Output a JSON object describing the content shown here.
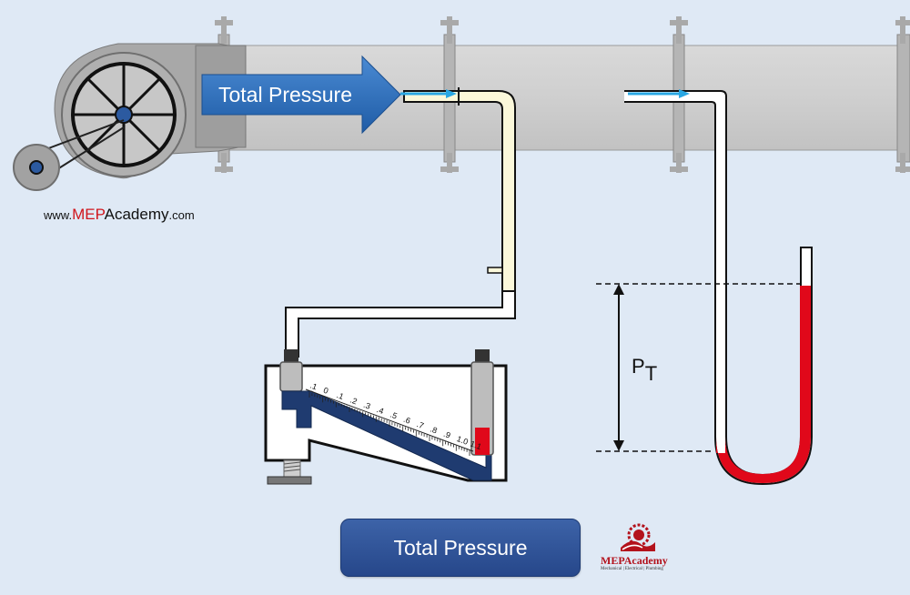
{
  "diagram": {
    "arrow_label": "Total Pressure",
    "pt_label": "P",
    "pt_subscript": "T",
    "scale_ticks": [
      ".1",
      "0",
      ".1",
      ".2",
      ".3",
      ".4",
      ".5",
      ".6",
      ".7",
      ".8",
      ".9",
      "1.0",
      "1.1"
    ]
  },
  "website": {
    "prefix": "www.",
    "brand": "MEP",
    "name": "Academy",
    "suffix": ".com"
  },
  "caption": {
    "label": "Total Pressure"
  },
  "logo": {
    "name": "MEPAcademy",
    "tagline": "Mechanical | Electrical | Plumbing"
  },
  "colors": {
    "background": "#dfe9f5",
    "duct": "#cfcfcf",
    "fluid": "#e0081a",
    "arrow": "#2d6cb5",
    "caption": "#2e4f93"
  }
}
